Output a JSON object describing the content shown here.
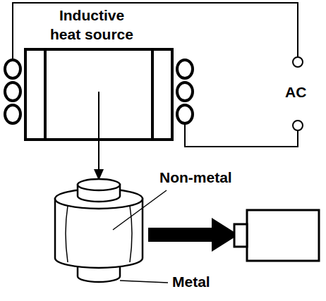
{
  "diagram": {
    "labels": [
      "Inductive heat source",
      "AC",
      "Non-metal",
      "Metal"
    ]
  }
}
